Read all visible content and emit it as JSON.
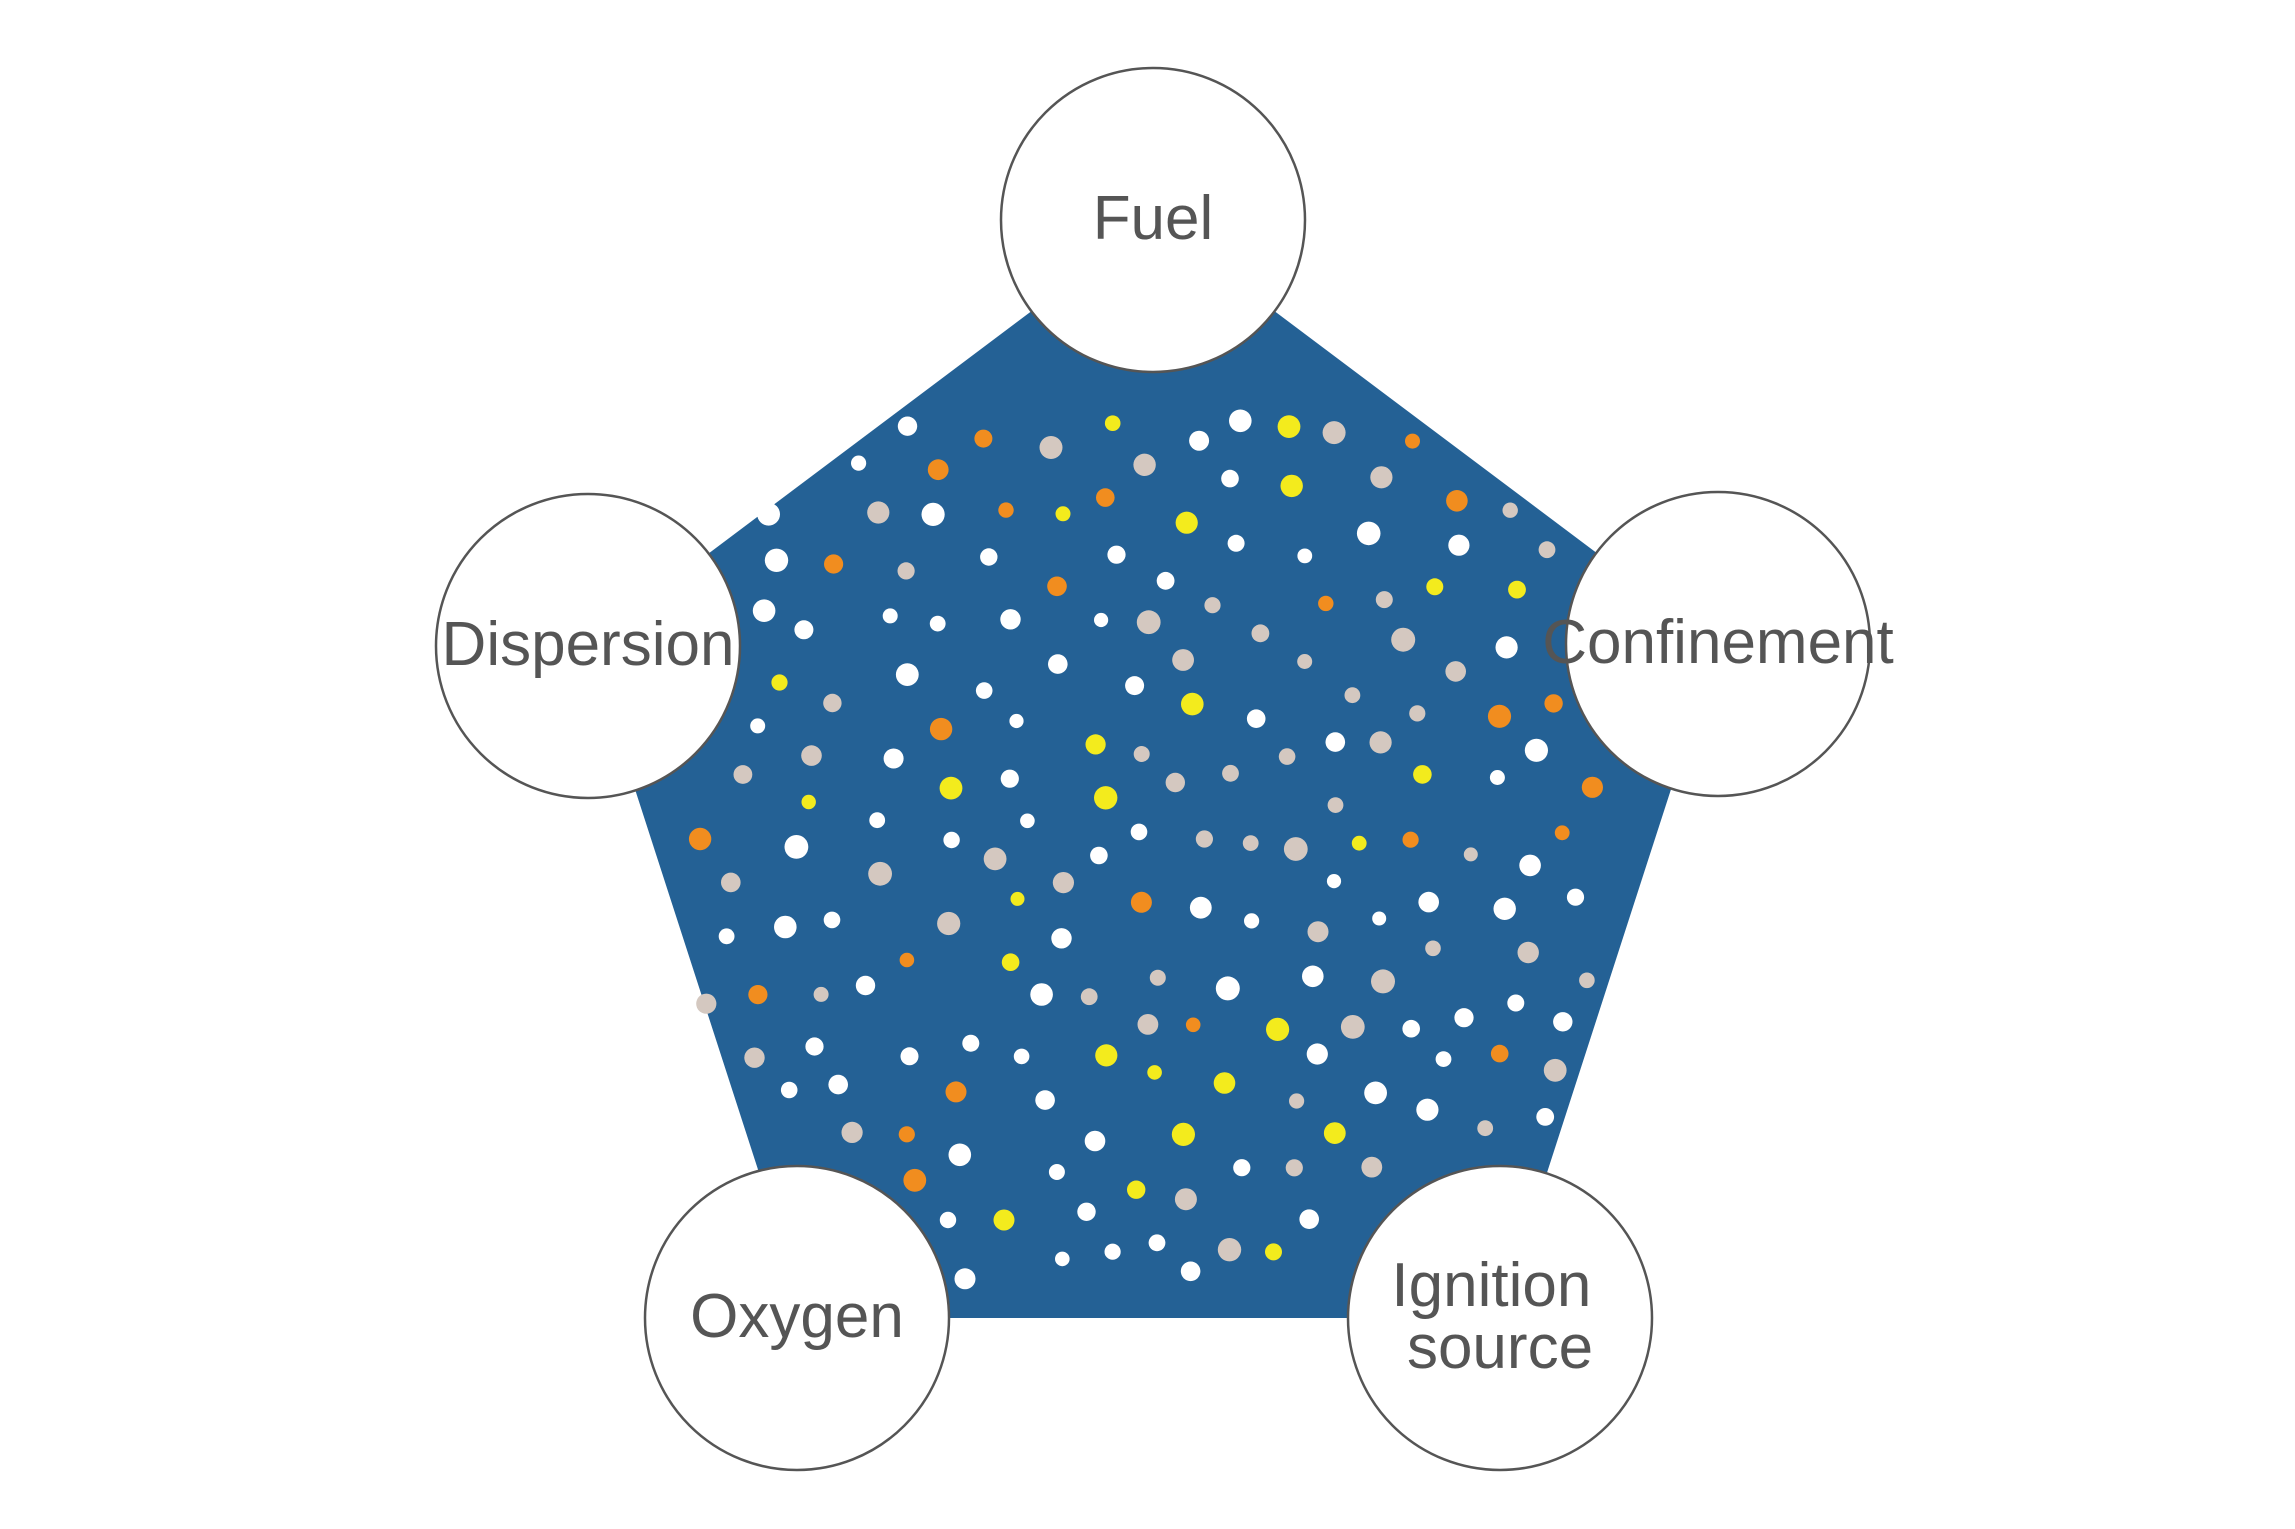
{
  "diagram": {
    "title": "",
    "colors": {
      "pentagon_fill": "#246195",
      "node_fill": "#ffffff",
      "node_stroke": "#555555",
      "label_text": "#555555",
      "particle_white": "#ffffff",
      "particle_beige": "#d4c8c0",
      "particle_orange": "#f18d1f",
      "particle_yellow": "#f3eb1d"
    },
    "nodes": {
      "fuel": {
        "label_lines": [
          "Fuel"
        ]
      },
      "confinement": {
        "label_lines": [
          "Confinement"
        ]
      },
      "ignition": {
        "label_lines": [
          "Ignition",
          "source"
        ]
      },
      "oxygen": {
        "label_lines": [
          "Oxygen"
        ]
      },
      "dispersion": {
        "label_lines": [
          "Dispersion"
        ]
      }
    }
  }
}
